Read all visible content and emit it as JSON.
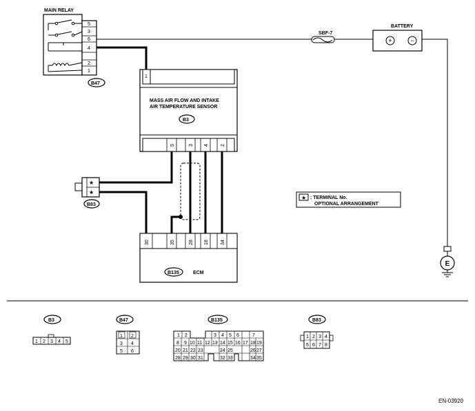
{
  "main_relay": {
    "title": "MAIN RELAY",
    "connector": "B47",
    "terminals": [
      "5",
      "3",
      "6",
      "4",
      "2",
      "1"
    ]
  },
  "fuse": {
    "label": "SBF-7"
  },
  "battery": {
    "label": "BATTERY",
    "plus": "+",
    "minus": "−"
  },
  "maf_sensor": {
    "title_line1": "MASS AIR FLOW AND INTAKE",
    "title_line2": "AIR TEMPERATURE SENSOR",
    "connector": "B3",
    "top_pin": "1",
    "bottom_pins": [
      "5",
      "3",
      "4",
      "2"
    ]
  },
  "small_connector": {
    "connector": "B83",
    "pins": [
      "★",
      "★"
    ]
  },
  "legend": {
    "symbol": "★",
    "line1": ": TERMINAL No.",
    "line2": "OPTIONAL ARRANGEMENT"
  },
  "ecm": {
    "title": "ECM",
    "connector": "B135",
    "pins": [
      "30",
      "35",
      "28",
      "18",
      "34"
    ]
  },
  "ground": {
    "label": "E"
  },
  "connector_views": {
    "b3": {
      "label": "B3",
      "pins": [
        "1",
        "2",
        "3",
        "4",
        "5"
      ]
    },
    "b47": {
      "label": "B47",
      "pins": [
        "1",
        "2",
        "3",
        "4",
        "5",
        "6"
      ]
    },
    "b135": {
      "label": "B135",
      "row1": [
        "1",
        "2",
        "3",
        "4",
        "5",
        "6",
        "7"
      ],
      "row2": [
        "8",
        "9",
        "10",
        "11",
        "12",
        "13",
        "14",
        "15",
        "16",
        "17",
        "18",
        "19"
      ],
      "row3": [
        "20",
        "21",
        "22",
        "23",
        "24",
        "25",
        "26",
        "27"
      ],
      "row4": [
        "28",
        "29",
        "30",
        "31",
        "32",
        "33",
        "34",
        "35"
      ]
    },
    "b83": {
      "label": "B83",
      "pins": [
        "1",
        "2",
        "3",
        "4",
        "5",
        "6",
        "7",
        "8"
      ]
    }
  },
  "figure_code": "EN-03920"
}
